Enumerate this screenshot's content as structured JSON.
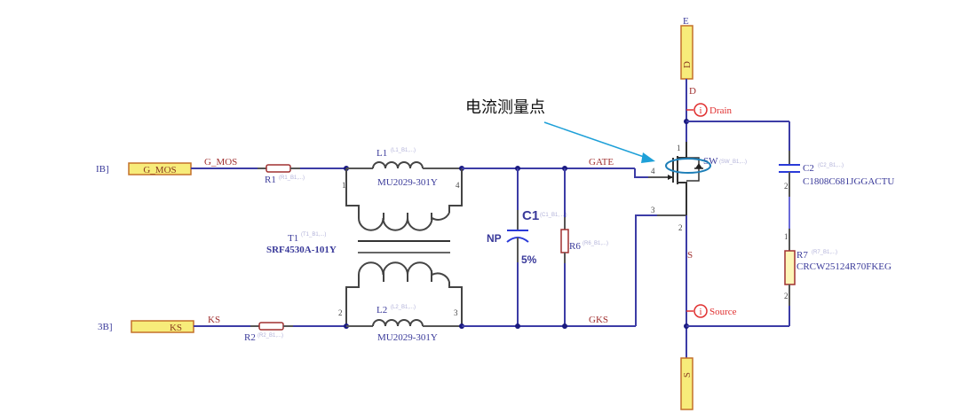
{
  "annotation": {
    "label": "电流测量点",
    "arrow_color": "#1ea0d8",
    "ellipse_color": "#1e7fb8"
  },
  "ports": {
    "g_mos": {
      "label": "G_MOS",
      "prefix": "IB]"
    },
    "ks": {
      "label": "KS",
      "prefix": "3B]"
    },
    "d": {
      "label": "D",
      "prefix": "E"
    },
    "s": {
      "label": "S"
    }
  },
  "nets": {
    "g_mos": "G_MOS",
    "ks": "KS",
    "gate": "GATE",
    "gks": "GKS",
    "d": "D",
    "s": "S"
  },
  "components": {
    "r1": {
      "designator": "R1",
      "param": "(R1_B1,...)"
    },
    "r2": {
      "designator": "R2",
      "param": "(R2_B1,...)"
    },
    "l1": {
      "designator": "L1",
      "param": "(L1_B1,...)",
      "value": "MU2029-301Y"
    },
    "l2": {
      "designator": "L2",
      "param": "(L2_B1,...)",
      "value": "MU2029-301Y"
    },
    "t1": {
      "designator": "T1",
      "param": "(T1_B1,...)",
      "value": "SRF4530A-101Y"
    },
    "c1": {
      "designator": "C1",
      "param": "(C1_B1, ...)",
      "left": "NP",
      "tolerance": "5%"
    },
    "r6": {
      "designator": "R6",
      "param": "(R6_B1,...)"
    },
    "q": {
      "designator": "SW",
      "param": "(SW_B1,...)"
    },
    "c2": {
      "designator": "C2",
      "param": "(C2_B1,...)",
      "value": "C1808C681JGGACTU"
    },
    "r7": {
      "designator": "R7",
      "param": "(R7_B1,...)",
      "value": "CRCW25124R70FKEG"
    }
  },
  "pins": {
    "gate": "4",
    "kelvin": "3",
    "drain": "1",
    "source": "2",
    "one": "1",
    "two": "2"
  },
  "probes": {
    "drain": {
      "icon": "i",
      "label": "Drain"
    },
    "source": {
      "icon": "i",
      "label": "Source"
    }
  },
  "colors": {
    "wire": "#3c3ca6",
    "net_label": "#a03030",
    "port_fill": "#f7ec7a",
    "probe": "#e03030"
  }
}
